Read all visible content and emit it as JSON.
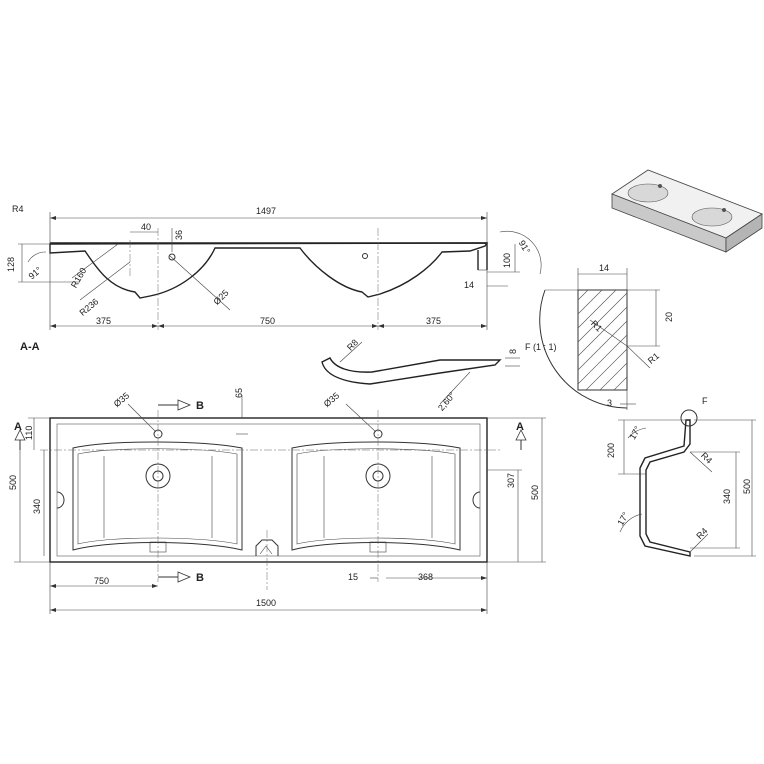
{
  "section_aa": {
    "label": "A-A",
    "dims": {
      "r4": "R4",
      "width_1497": "1497",
      "d40": "40",
      "d36": "36",
      "d128": "128",
      "ang91_left": "91°",
      "r160": "R160",
      "r236": "R236",
      "dia25": "Ø25",
      "d100": "100",
      "ang91_right": "91°",
      "d14": "14",
      "d375_left": "375",
      "d750": "750",
      "d375_right": "375"
    }
  },
  "section_b": {
    "dims": {
      "r8": "R8",
      "d8": "8",
      "ang260": "2,60°"
    }
  },
  "detail_f": {
    "title": "F (1 : 1)",
    "dims": {
      "d14": "14",
      "d20": "20",
      "r1_inner": "R1",
      "r1_outer": "R1",
      "d3": "3"
    }
  },
  "plan": {
    "dims": {
      "dia35_left": "Ø35",
      "dia35_right": "Ø35",
      "d65": "65",
      "d110": "110",
      "d500_left": "500",
      "d340": "340",
      "d307": "307",
      "d500_right": "500",
      "d750": "750",
      "d15": "15",
      "d368": "368",
      "d1500": "1500"
    },
    "section_marks": {
      "b_top": "B",
      "b_bottom": "B",
      "a_left": "A",
      "a_right": "A"
    }
  },
  "section_bb": {
    "dims": {
      "f_mark": "F",
      "ang17_top": "17°",
      "d200": "200",
      "r4_top": "R4",
      "d340": "340",
      "d500": "500",
      "ang17_bottom": "17°",
      "r4_bottom": "R4"
    }
  }
}
